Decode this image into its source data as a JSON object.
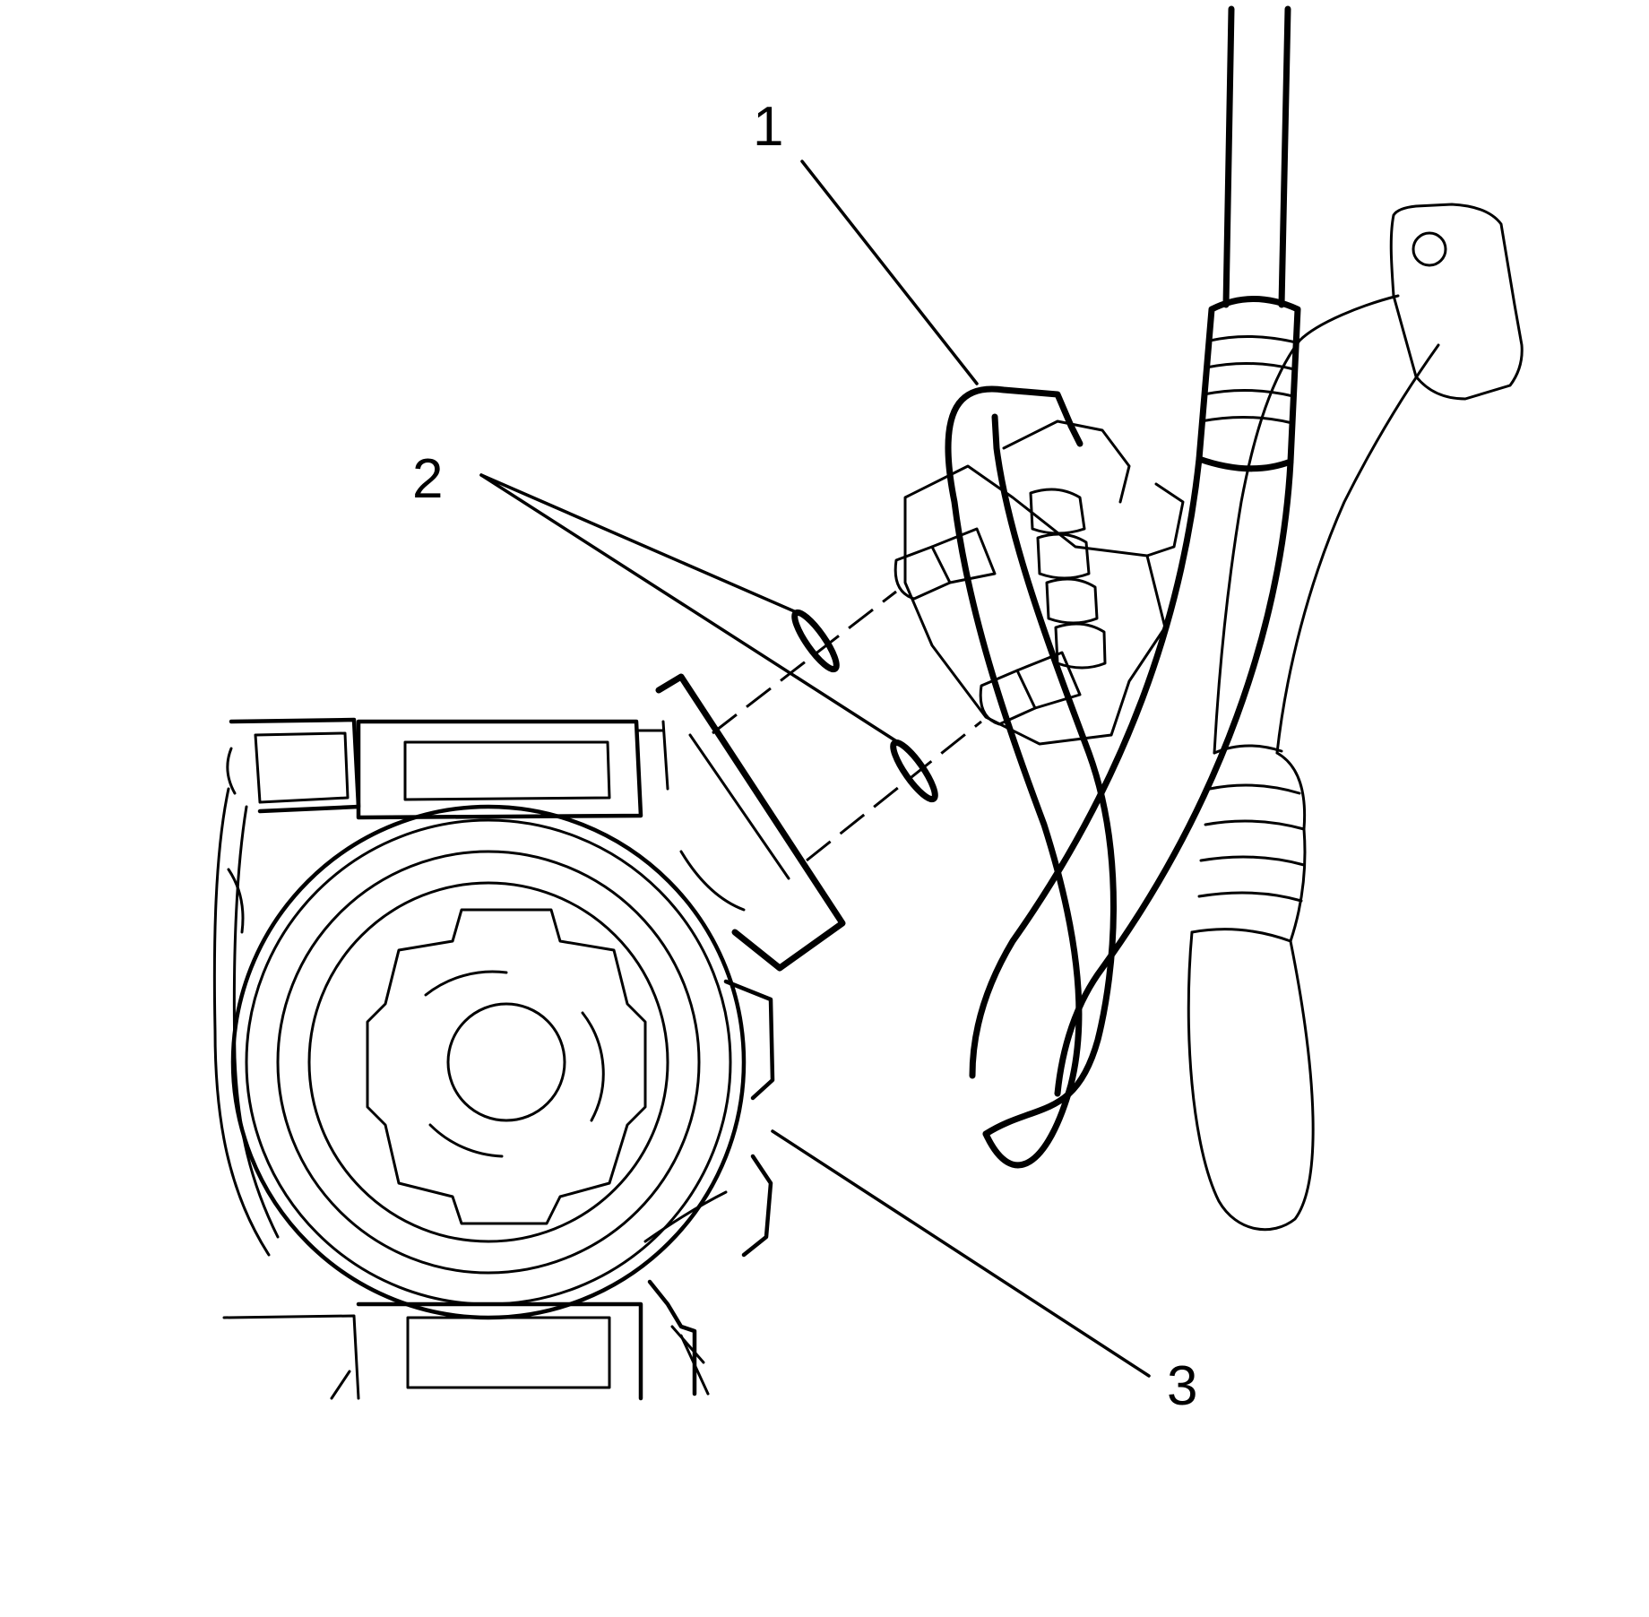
{
  "diagram": {
    "callouts": [
      {
        "id": "1",
        "text": "1"
      },
      {
        "id": "2",
        "text": "2"
      },
      {
        "id": "3",
        "text": "3"
      }
    ],
    "stroke_color": "#000000",
    "background_color": "#ffffff"
  }
}
